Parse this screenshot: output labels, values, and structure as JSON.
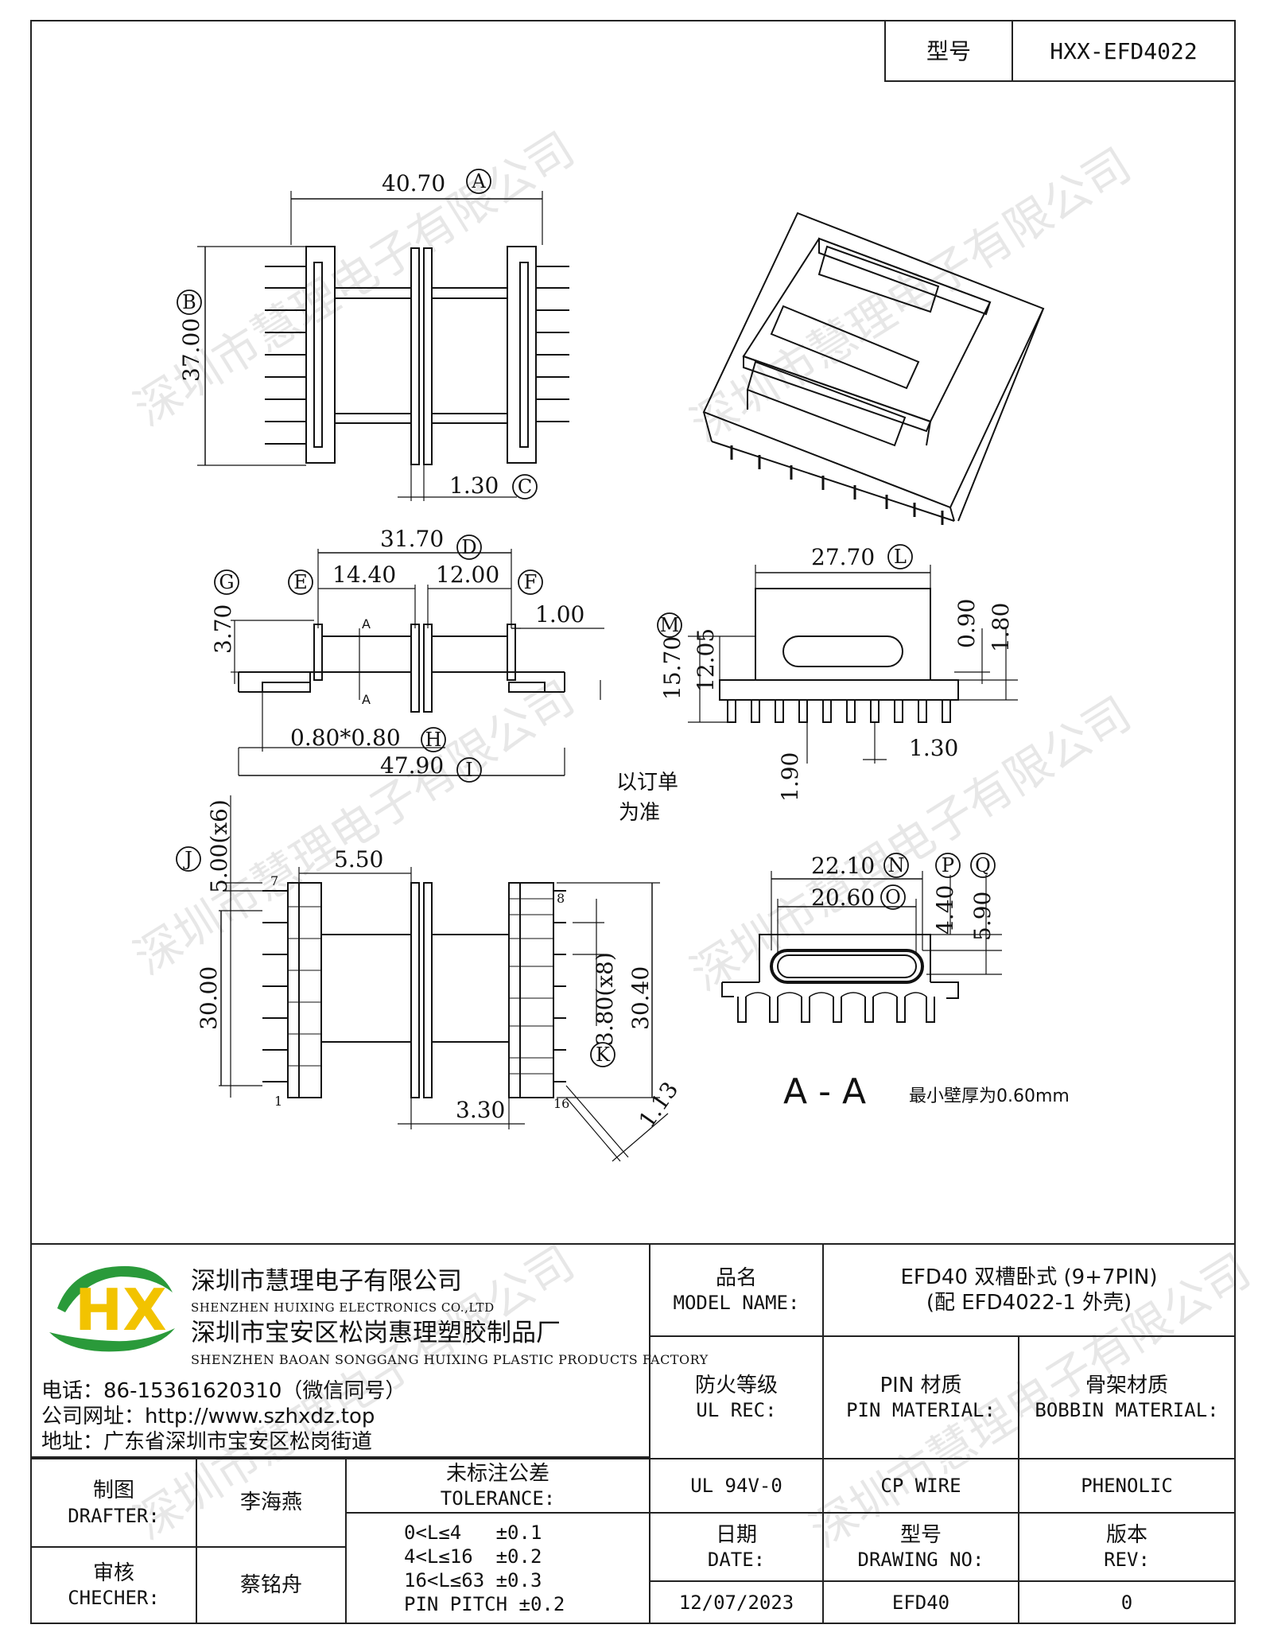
{
  "header": {
    "model_label": "型号",
    "model_value": "HXX-EFD4022"
  },
  "drawing": {
    "dims_top": {
      "width": "40.70",
      "height": "37.00",
      "pin_thk": "1.30"
    },
    "dims_side": {
      "overall": "31.70",
      "left": "14.40",
      "right": "12.00",
      "flange": "1.00",
      "height": "3.70",
      "pin_sec": "0.80*0.80",
      "total": "47.90"
    },
    "dims_right": {
      "width": "27.70",
      "h_total": "15.70",
      "h_body": "12.05",
      "d1": "0.90",
      "d2": "1.80",
      "pin_len": "1.90",
      "pitch": "1.30"
    },
    "dims_bottom": {
      "pitch6": "5.00(x6)",
      "offset": "5.50",
      "span": "30.00",
      "pitch8": "3.80(x8)",
      "span2": "30.40",
      "core": "3.30",
      "angle": "1.13"
    },
    "dims_section": {
      "w1": "22.10",
      "w2": "20.60",
      "h1": "4.40",
      "h2": "5.90",
      "section": "A - A",
      "wall_note": "最小壁厚为0.60mm"
    },
    "circle_labels": [
      "A",
      "B",
      "C",
      "D",
      "E",
      "F",
      "G",
      "H",
      "I",
      "J",
      "K",
      "L",
      "M",
      "N",
      "O",
      "P",
      "Q"
    ],
    "pin_labels": {
      "p7": "7",
      "p8": "8",
      "p1": "1",
      "p16": "16"
    },
    "section_marks": {
      "a": "A"
    },
    "order_note": {
      "l1": "以订单",
      "l2": "为准"
    }
  },
  "company": {
    "logo_text": "HX",
    "name_cn": "深圳市慧理电子有限公司",
    "name_en": "SHENZHEN HUIXING ELECTRONICS CO.,LTD",
    "factory_cn": "深圳市宝安区松岗惠理塑胶制品厂",
    "factory_en": "SHENZHEN BAOAN SONGGANG HUIXING PLASTIC PRODUCTS FACTORY",
    "phone": "电话：86-15361620310（微信同号）",
    "website": "公司网址：http://www.szhxdz.top",
    "address": "地址：广东省深圳市宝安区松岗街道"
  },
  "watermark": "深圳市慧理电子有限公司",
  "titleblock": {
    "product_name_label_cn": "品名",
    "product_name_label_en": "MODEL NAME:",
    "product_name_l1": "EFD40 双槽卧式 (9+7PIN)",
    "product_name_l2": "(配 EFD4022-1 外壳)",
    "ul_cn": "防火等级",
    "ul_en": "UL REC:",
    "pin_mat_cn": "PIN 材质",
    "pin_mat_en": "PIN MATERIAL:",
    "bobbin_cn": "骨架材质",
    "bobbin_en": "BOBBIN MATERIAL:",
    "ul_value": "UL 94V-0",
    "pin_value": "CP WIRE",
    "bobbin_value": "PHENOLIC",
    "drafter_cn": "制图",
    "drafter_en": "DRAFTER:",
    "drafter_name": "李海燕",
    "checker_cn": "审核",
    "checker_en": "CHECHER:",
    "checker_name": "蔡铭舟",
    "tol_cn": "未标注公差",
    "tol_en": "TOLERANCE:",
    "tol_1": "0<L≤4   ±0.1",
    "tol_2": "4<L≤16  ±0.2",
    "tol_3": "16<L≤63 ±0.3",
    "tol_4": "PIN PITCH ±0.2",
    "date_cn": "日期",
    "date_en": "DATE:",
    "dwg_cn": "型号",
    "dwg_en": "DRAWING NO:",
    "rev_cn": "版本",
    "rev_en": "REV:",
    "date_value": "12/07/2023",
    "dwg_value": "EFD40",
    "rev_value": "0"
  }
}
